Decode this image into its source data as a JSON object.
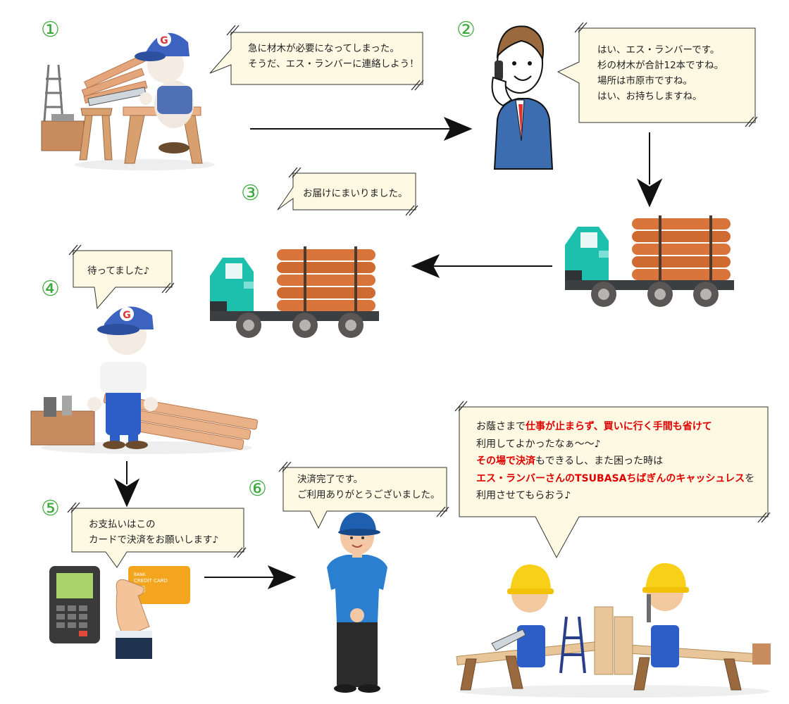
{
  "steps": [
    "①",
    "②",
    "③",
    "④",
    "⑤",
    "⑥"
  ],
  "bubble1": {
    "line1": "急に材木が必要になってしまった。",
    "line2": "そうだ、エス・ランバーに連絡しよう！"
  },
  "bubble2": {
    "line1": "はい、エス・ランバーです。",
    "line2": "杉の材木が合計12本ですね。",
    "line3": "場所は市原市ですね。",
    "line4": "はい、お持ちしますね。"
  },
  "bubble3": {
    "line1": "お届けにまいりました。"
  },
  "bubble4": {
    "line1": "待ってました♪"
  },
  "bubble5": {
    "line1": "お支払いはこの",
    "line2": "カードで決済をお願いします♪"
  },
  "bubble6": {
    "line1": "決済完了です。",
    "line2": "ご利用ありがとうございました。"
  },
  "bubble7": {
    "l1a": "お蔭さまで",
    "l1b": "仕事が止まらず、買いに行く手間も省けて",
    "l2": "利用してよかったなぁ〜〜♪",
    "l3a": "その場で決済",
    "l3b": "もできるし、また困った時は",
    "l4a": "エス・ランバーさんのTSUBASAちばぎんのキャッシュレス",
    "l4b": "を",
    "l5": "利用させてもらおう♪"
  },
  "card": {
    "bank": "BANK",
    "type": "CREDIT CARD"
  },
  "cap_letter": "G",
  "colors": {
    "step_green": "#3aa83a",
    "bubble_fill": "#fdf9e3",
    "highlight_red": "#e00000",
    "truck_teal": "#1dbfad",
    "log_orange": "#d9743a"
  }
}
